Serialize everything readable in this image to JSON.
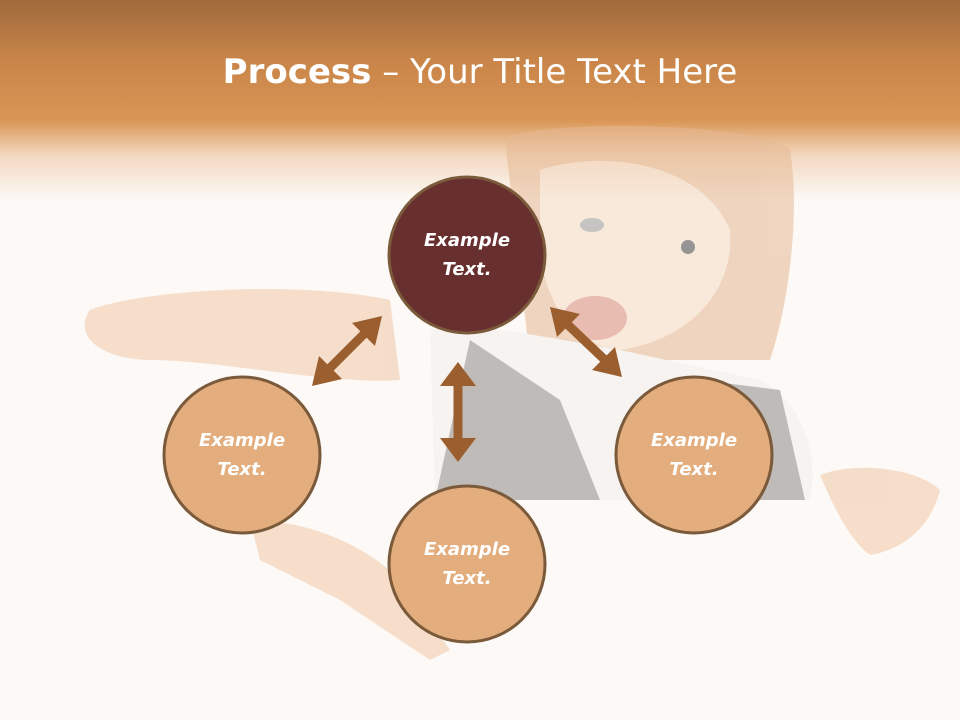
{
  "title": {
    "bold": "Process",
    "separator": " – ",
    "rest": "Your Title Text Here"
  },
  "diagram": {
    "nodes": [
      {
        "line1": "Example",
        "line2": "Text.",
        "color": "#682f2f"
      },
      {
        "line1": "Example",
        "line2": "Text.",
        "color": "#e3ad7e"
      },
      {
        "line1": "Example",
        "line2": "Text.",
        "color": "#e3ad7e"
      },
      {
        "line1": "Example",
        "line2": "Text.",
        "color": "#e3ad7e"
      }
    ],
    "node_border_color": "#7a5a3a",
    "arrow_color": "#9b5e2e"
  }
}
